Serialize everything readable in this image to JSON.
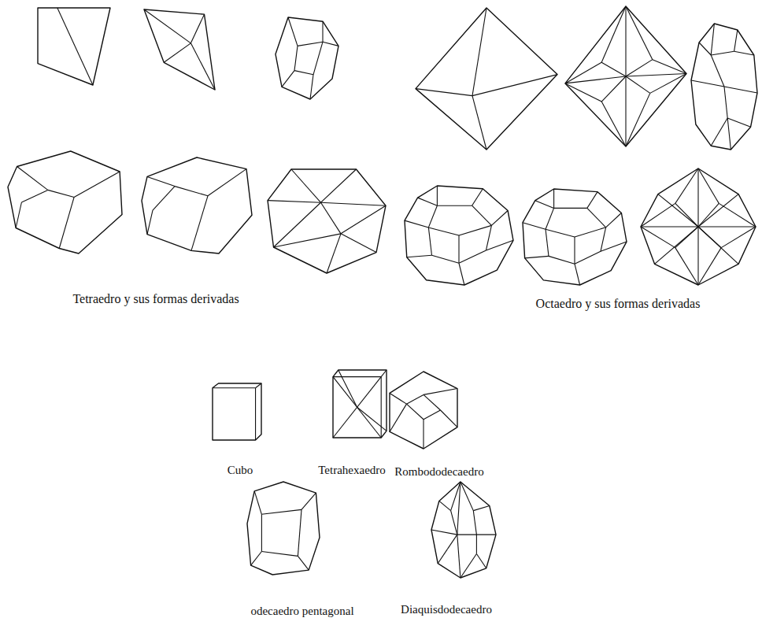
{
  "diagram": {
    "labels": [
      "Tetraedro y sus formas derivadas",
      "Octaedro y sus formas derivadas",
      "Cubo",
      "Tetrahexaedro",
      "Rombododecaedro",
      "odecaedro pentagonal",
      "Diaquisdodecaedro"
    ]
  }
}
